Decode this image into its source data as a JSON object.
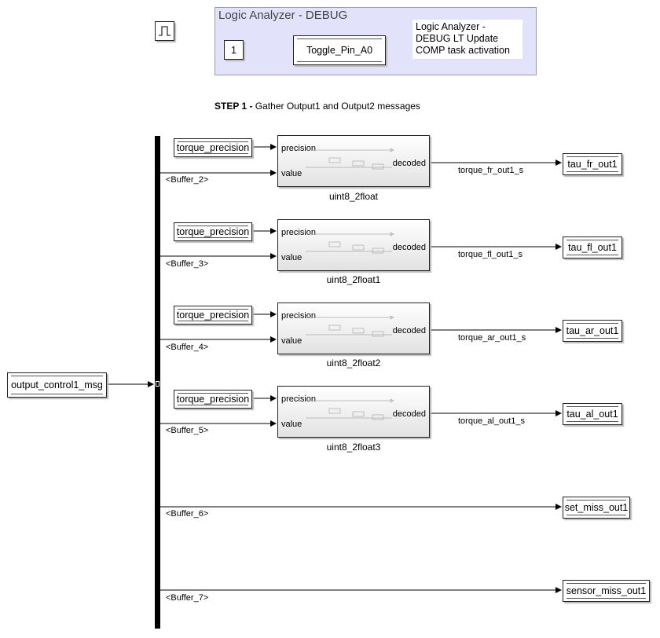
{
  "debug_area": {
    "title": "Logic Analyzer - DEBUG",
    "note": "Logic Analyzer - DEBUG LT Update COMP task activation",
    "constant_value": "1",
    "goto_tag": "Toggle_Pin_A0"
  },
  "step_title": {
    "bold": "STEP 1 - ",
    "text": "Gather Output1 and Output2 messages"
  },
  "input_goto": "output_control1_msg",
  "subsystems": [
    {
      "name": "uint8_2float",
      "from_tag": "torque_precision",
      "bus_label": "<Buffer_2>",
      "out_signal": "torque_fr_out1_s",
      "out_tag": "tau_fr_out1"
    },
    {
      "name": "uint8_2float1",
      "from_tag": "torque_precision",
      "bus_label": "<Buffer_3>",
      "out_signal": "torque_fl_out1_s",
      "out_tag": "tau_fl_out1"
    },
    {
      "name": "uint8_2float2",
      "from_tag": "torque_precision",
      "bus_label": "<Buffer_4>",
      "out_signal": "torque_ar_out1_s",
      "out_tag": "tau_ar_out1"
    },
    {
      "name": "uint8_2float3",
      "from_tag": "torque_precision",
      "bus_label": "<Buffer_5>",
      "out_signal": "torque_al_out1_s",
      "out_tag": "tau_al_out1"
    }
  ],
  "port_labels": {
    "in1": "precision",
    "in2": "value",
    "out": "decoded"
  },
  "direct_outputs": [
    {
      "bus_label": "<Buffer_6>",
      "out_tag": "set_miss_out1"
    },
    {
      "bus_label": "<Buffer_7>",
      "out_tag": "sensor_miss_out1"
    }
  ]
}
